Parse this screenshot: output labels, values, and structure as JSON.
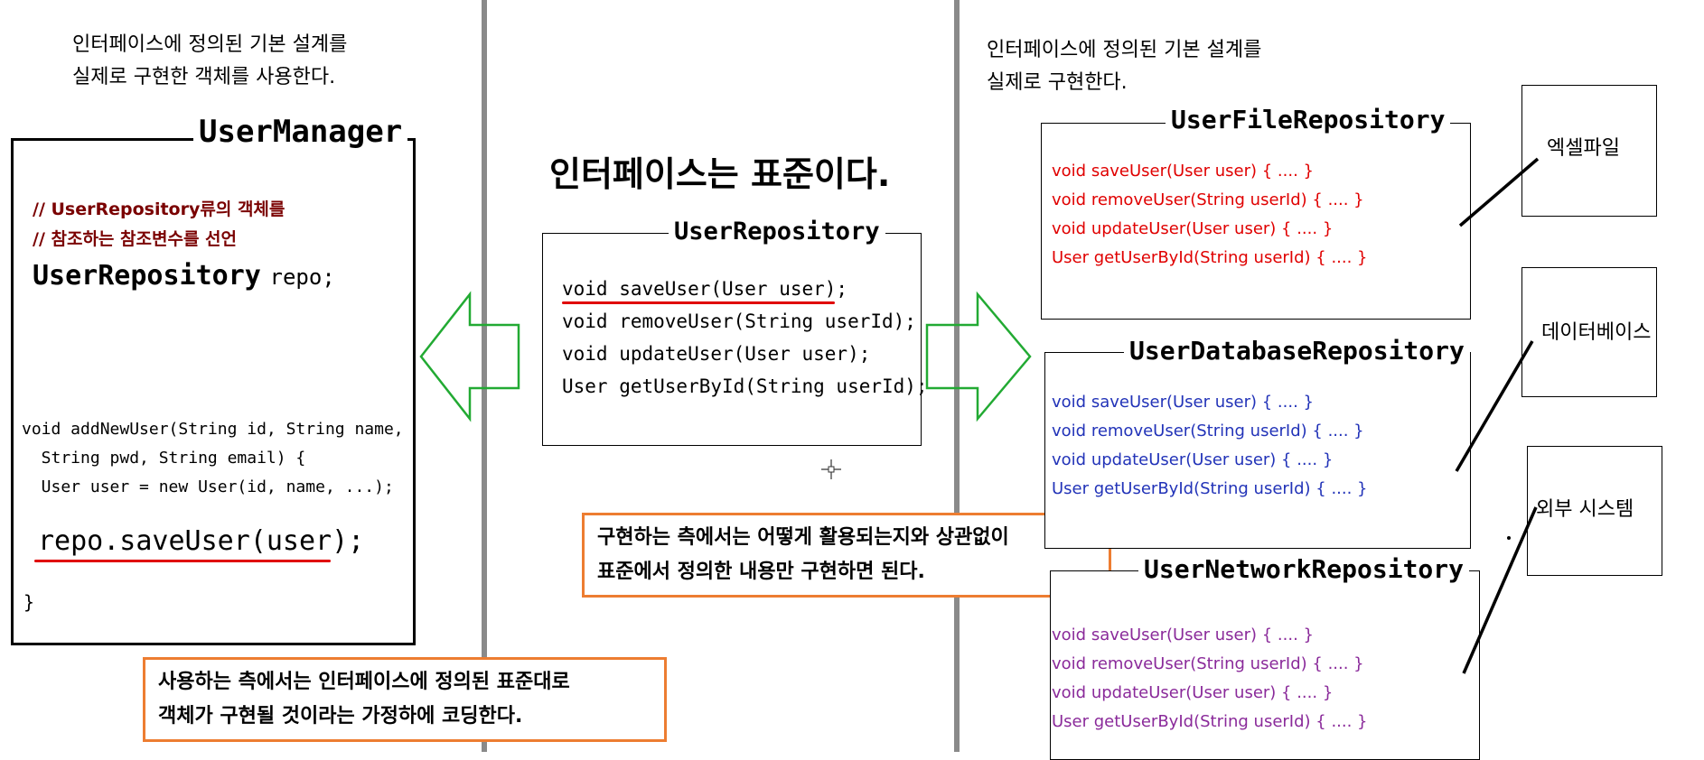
{
  "left": {
    "caption": [
      "인터페이스에 정의된 기본 설계를",
      "실제로 구현한 객체를 사용한다."
    ],
    "box_title": "UserManager",
    "comment_lines": [
      "// UserRepository류의 객체를",
      "// 참조하는 참조변수를 선언"
    ],
    "decl_type": "UserRepository",
    "decl_var": "repo;",
    "method_lines": [
      "void addNewUser(String id, String name,",
      "  String pwd, String email) {",
      "  User user = new User(id, name, ...);"
    ],
    "call_line": "repo.saveUser(user);",
    "close_brace": "}",
    "note": [
      "사용하는 측에서는 인터페이스에 정의된 표준대로",
      "객체가 구현될 것이라는 가정하에 코딩한다."
    ]
  },
  "center": {
    "heading": "인터페이스는 표준이다.",
    "box_title": "UserRepository",
    "lines": [
      "void saveUser(User user);",
      "void removeUser(String userId);",
      "void updateUser(User user);",
      "User getUserById(String userId);"
    ],
    "note": [
      "구현하는 측에서는 어떻게 활용되는지와 상관없이",
      "표준에서 정의한 내용만 구현하면 된다."
    ]
  },
  "right": {
    "caption": [
      "인터페이스에 정의된 기본 설계를",
      "실제로 구현한다."
    ],
    "impls": [
      {
        "title": "UserFileRepository",
        "color": "#e00000",
        "lines": [
          "void saveUser(User user) { .... }",
          "void removeUser(String userId) { .... }",
          "void updateUser(User user) { .... }",
          "User getUserById(String userId) { .... }"
        ]
      },
      {
        "title": "UserDatabaseRepository",
        "color": "#2233b8",
        "lines": [
          "void saveUser(User user) { .... }",
          "void removeUser(String userId) { .... }",
          "void updateUser(User user) { .... }",
          "User getUserById(String userId) { .... }"
        ]
      },
      {
        "title": "UserNetworkRepository",
        "color": "#8a2a9a",
        "lines": [
          "void saveUser(User user) { .... }",
          "void removeUser(String userId) { .... }",
          "void updateUser(User user) { .... }",
          "User getUserById(String userId) { .... }"
        ]
      }
    ],
    "storage": [
      "엑셀파일",
      "데이터베이스",
      "외부 시스템"
    ]
  },
  "colors": {
    "separator": "#8a8a8a",
    "arrow": "#22aa33",
    "note_border": "#ed7d31",
    "underline": "#e00000",
    "comment": "#7a0000"
  }
}
